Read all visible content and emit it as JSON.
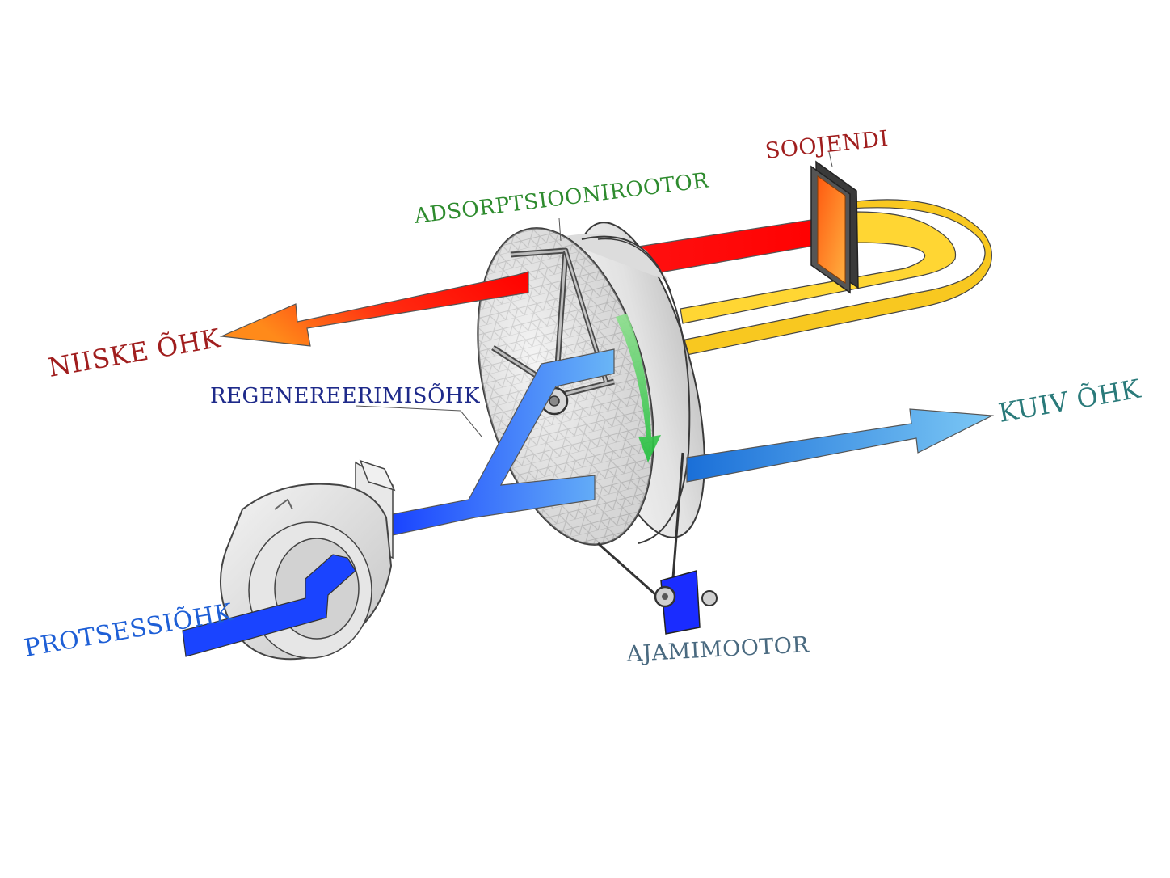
{
  "labels": {
    "heater": "SOOJENDI",
    "rotor": "ADSORPTSIOONIROOTOR",
    "humid_air": "NIISKE ÕHK",
    "regen_air": "REGENEREERIMISÕHK",
    "dry_air": "KUIV ÕHK",
    "process_air": "PROTSESSIÕHK",
    "drive_motor": "AJAMIMOOTOR"
  },
  "colors": {
    "heater_label": "#a01e1e",
    "rotor_label": "#2e8b2e",
    "humid_label": "#a01e1e",
    "regen_label": "#1e2a8a",
    "dry_label": "#2a7a7a",
    "process_label": "#1e5fd6",
    "motor_label": "#4a6a80"
  }
}
